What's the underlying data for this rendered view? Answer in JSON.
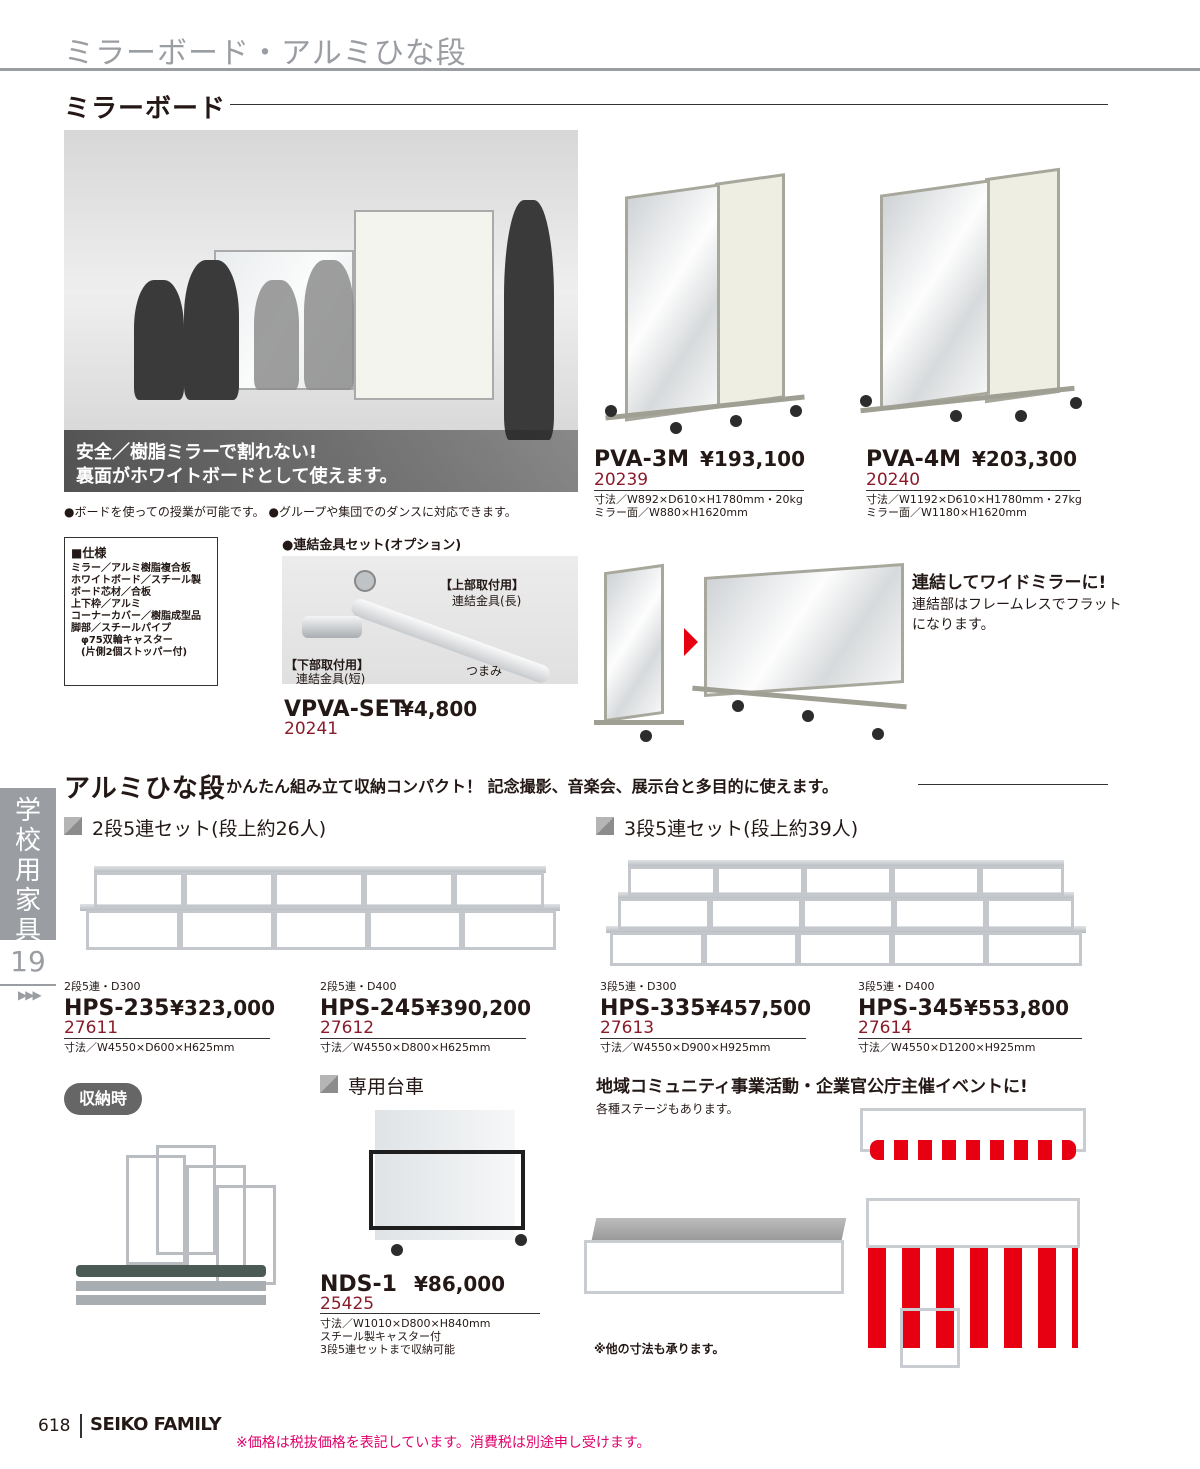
{
  "header": {
    "title": "ミラーボード・アルミひな段"
  },
  "mirror": {
    "heading": "ミラーボード",
    "photo_caption": [
      "安全／樹脂ミラーで割れない!",
      "裏面がホワイトボードとして使えます。"
    ],
    "notes": "●ボードを使っての授業が可能です。 ●グループや集団でのダンスに対応できます。",
    "products": [
      {
        "model": "PVA-3M",
        "price": "¥193,100",
        "code": "20239",
        "spec1": "寸法／W892×D610×H1780mm・20kg",
        "spec2": "ミラー面／W880×H1620mm"
      },
      {
        "model": "PVA-4M",
        "price": "¥203,300",
        "code": "20240",
        "spec1": "寸法／W1192×D610×H1780mm・27kg",
        "spec2": "ミラー面／W1180×H1620mm"
      }
    ],
    "spec_box": {
      "title": "■仕様",
      "lines": [
        "ミラー／アルミ樹脂複合板",
        "ホワイトボード／スチール製",
        "ボード芯材／合板",
        "上下枠／アルミ",
        "コーナーカバー／樹脂成型品",
        "脚部／スチールパイプ",
        "　φ75双輪キャスター",
        "　(片側2個ストッパー付)"
      ]
    },
    "option": {
      "title": "●連結金具セット(オプション)",
      "label_upper": "【上部取付用】",
      "label_upper_sub": "連結金具(長)",
      "label_lower": "【下部取付用】",
      "label_lower_sub": "連結金具(短)",
      "label_knob": "つまみ",
      "model": "VPVA-SET",
      "price": "¥4,800",
      "code": "20241"
    },
    "connect": {
      "title": "連結してワイドミラーに!",
      "line1": "連結部はフレームレスでフラット",
      "line2": "になります。"
    }
  },
  "hinadan": {
    "heading": "アルミひな段",
    "tagline": "かんたん組み立て収納コンパクト！ 記念撮影、音楽会、展示台と多目的に使えます。",
    "set2": "2段5連セット(段上約26人)",
    "set3": "3段5連セット(段上約39人)",
    "products": [
      {
        "sub": "2段5連・D300",
        "model": "HPS-235",
        "price": "¥323,000",
        "code": "27611",
        "spec": "寸法／W4550×D600×H625mm"
      },
      {
        "sub": "2段5連・D400",
        "model": "HPS-245",
        "price": "¥390,200",
        "code": "27612",
        "spec": "寸法／W4550×D800×H625mm"
      },
      {
        "sub": "3段5連・D300",
        "model": "HPS-335",
        "price": "¥457,500",
        "code": "27613",
        "spec": "寸法／W4550×D900×H925mm"
      },
      {
        "sub": "3段5連・D400",
        "model": "HPS-345",
        "price": "¥553,800",
        "code": "27614",
        "spec": "寸法／W4550×D1200×H925mm"
      }
    ],
    "storage_badge": "収納時",
    "cart": {
      "title": "専用台車",
      "model": "NDS-1",
      "price": "¥86,000",
      "code": "25425",
      "spec": [
        "寸法／W1010×D800×H840mm",
        "スチール製キャスター付",
        "3段5連セットまで収納可能"
      ]
    },
    "event": {
      "title": "地域コミュニティ事業活動・企業官公庁主催イベントに!",
      "sub": "各種ステージもあります。",
      "note": "※他の寸法も承ります。"
    }
  },
  "side_tab": {
    "label": [
      "学",
      "校",
      "用",
      "家",
      "具"
    ],
    "number": "19",
    "arrows": "▶▶▶"
  },
  "footer": {
    "page": "618",
    "logo": "SEIKO FAMILY",
    "note": "※価格は税抜価格を表記しています。消費税は別途申し受けます。"
  },
  "colors": {
    "code": "#8a1c2a",
    "accent_red": "#e60012",
    "gray": "#9a9ea3",
    "footer_note": "#e0006c"
  }
}
